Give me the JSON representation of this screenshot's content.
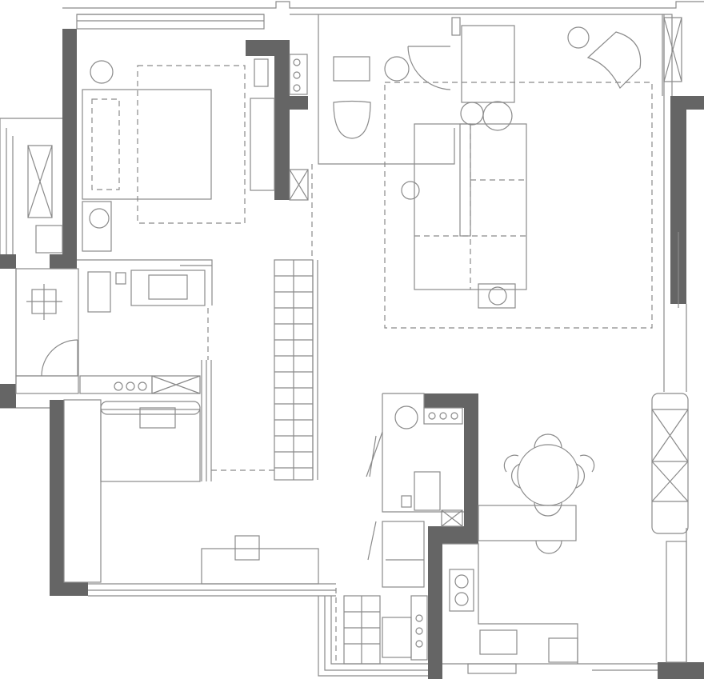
{
  "plan": {
    "colors": {
      "wall": "#656565",
      "line": "#8a8a8a",
      "background": "#ffffff"
    },
    "rooms": [
      "bedroom",
      "study",
      "living-room",
      "bathroom",
      "second-bedroom",
      "kitchen",
      "dining",
      "balcony"
    ],
    "icons": [
      "bed-icon",
      "desk-icon",
      "chair-icon",
      "sofa-icon",
      "dining-table-icon",
      "sink-icon",
      "stove-icon",
      "toilet-icon",
      "wardrobe-icon",
      "window-icon",
      "door-icon"
    ]
  }
}
